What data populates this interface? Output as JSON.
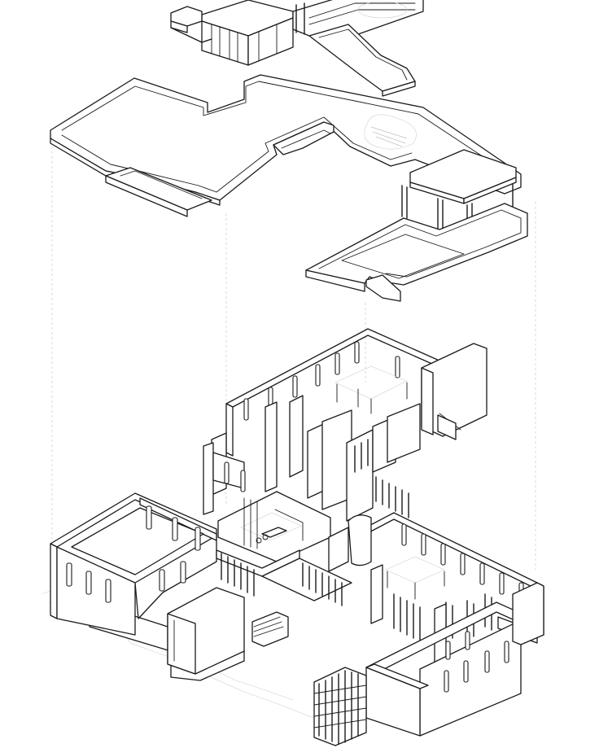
{
  "diagram": {
    "kind": "exploded-axonometric-architectural-drawing",
    "colors": {
      "background": "#ffffff",
      "line": "#1a1a1a",
      "hatch": "#9a9a9a",
      "guide": "#c8c8c8"
    },
    "parts": [
      "roof-plan",
      "ground-floor-plan",
      "projection-guides"
    ]
  }
}
